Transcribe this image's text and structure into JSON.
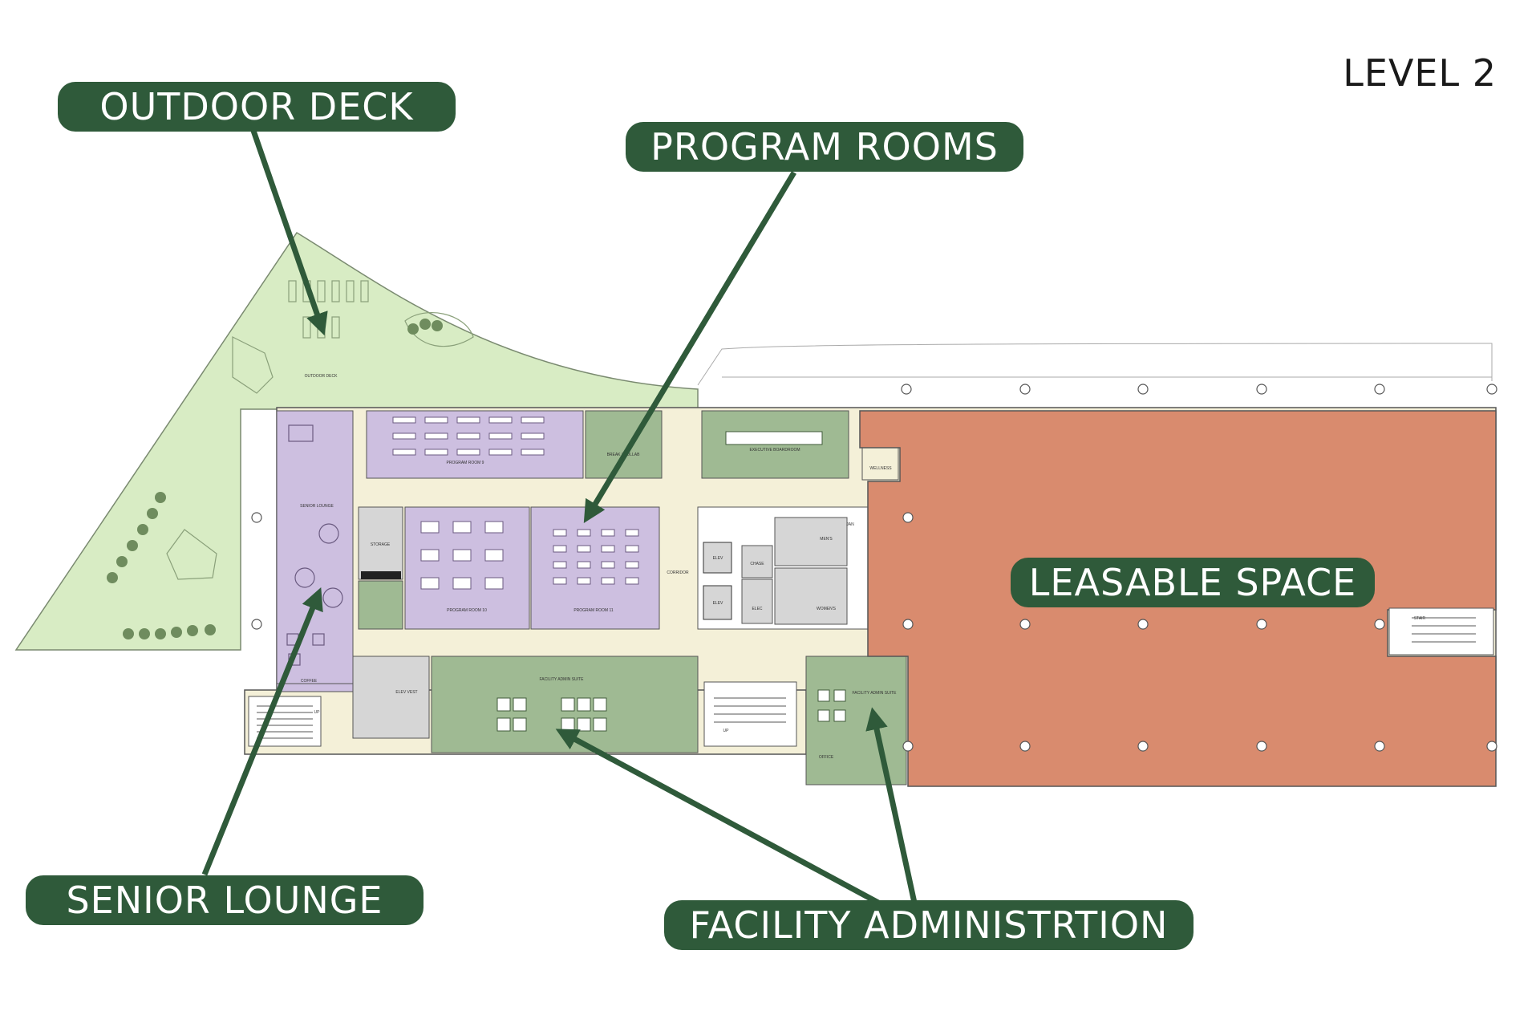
{
  "level_title": "LEVEL 2",
  "callouts": {
    "outdoor_deck": "OUTDOOR DECK",
    "program_rooms": "PROGRAM ROOMS",
    "leasable_space": "LEASABLE SPACE",
    "senior_lounge": "SENIOR LOUNGE",
    "facility_administration": "FACILITY ADMINISTRTION"
  },
  "room_labels": {
    "outdoor_deck": "OUTDOOR DECK",
    "senior_lounge": "SENIOR LOUNGE",
    "program_room_9": "PROGRAM ROOM 9",
    "program_room_10": "PROGRAM ROOM 10",
    "program_room_11": "PROGRAM ROOM 11",
    "break_collab": "BREAK / COLLAB",
    "executive_boardroom": "EXECUTIVE BOARDROOM",
    "storage": "STORAGE",
    "corridor": "CORRIDOR",
    "mens": "MEN'S",
    "womens": "WOMEN'S",
    "elev": "ELEV",
    "chase": "CHASE",
    "elec": "ELEC",
    "jan": "JAN",
    "facility_admin_suite": "FACILITY ADMIN SUITE",
    "office": "OFFICE",
    "coffee": "COFFEE",
    "elev_vest": "ELEV VEST",
    "wellness": "WELLNESS",
    "stair": "STAIR",
    "up": "UP"
  },
  "colors": {
    "callout_bg": "#2f5a3a",
    "callout_text": "#ffffff",
    "outdoor_deck": "#d8ecc4",
    "program_rooms": "#cdbfe0",
    "senior_lounge": "#cdbfe0",
    "facility_admin": "#9fba93",
    "leasable_space": "#d98b6e",
    "corridor": "#f4f0d8",
    "service_core": "#d6d6d6",
    "arrow": "#2f5a3a"
  }
}
